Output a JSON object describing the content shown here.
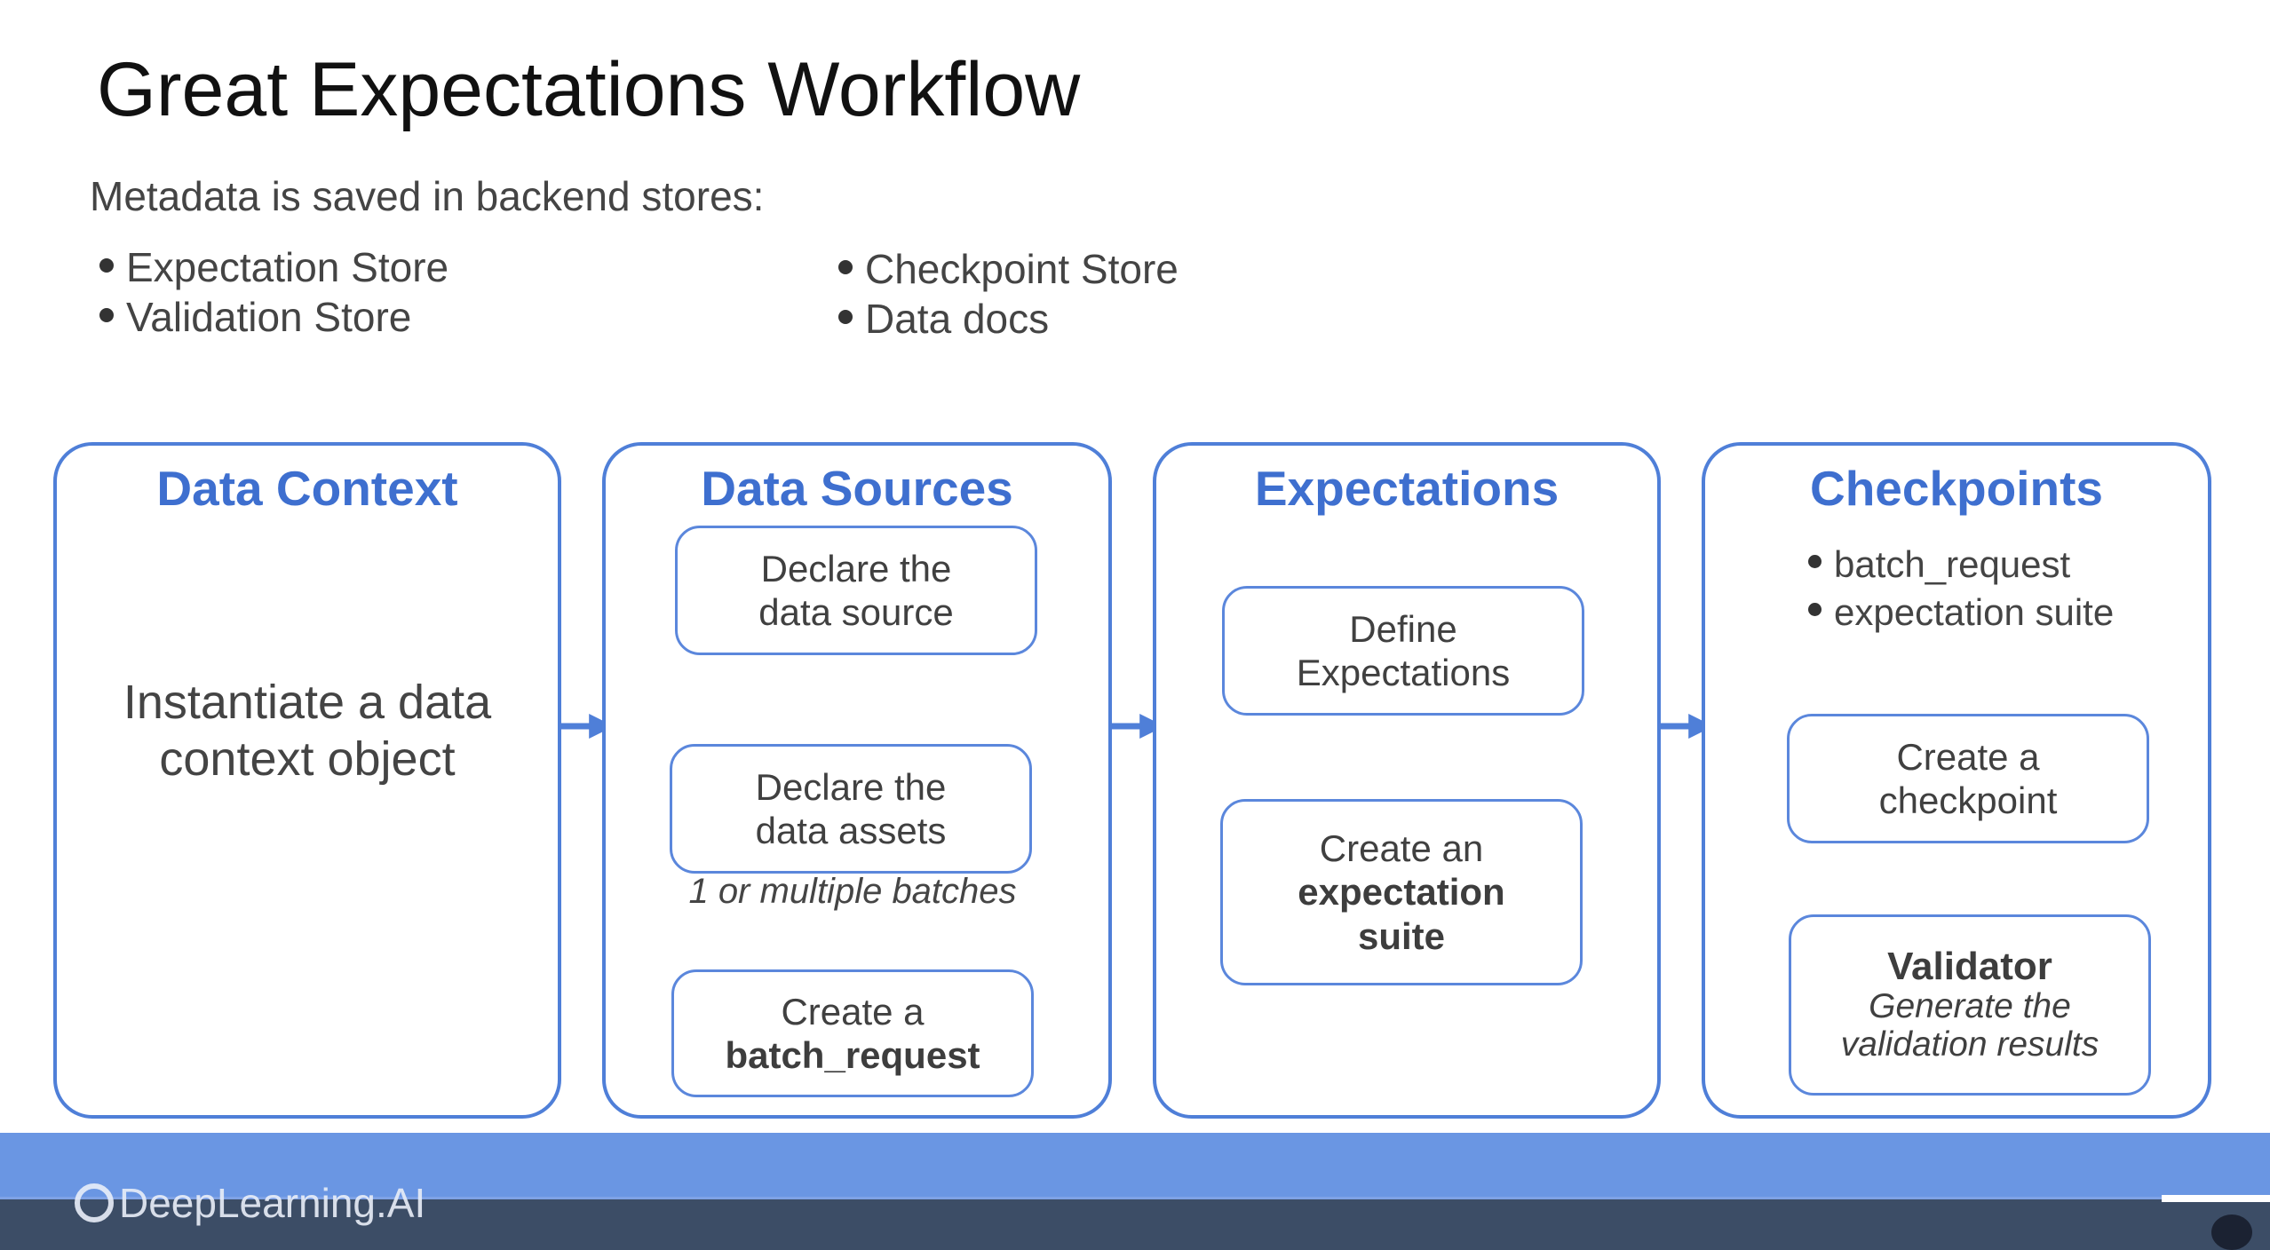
{
  "header": {
    "title": "Great Expectations Workflow",
    "subtitle": "Metadata is saved in backend stores:",
    "stores_left": [
      "Expectation Store",
      "Validation Store"
    ],
    "stores_right": [
      "Checkpoint Store",
      "Data docs"
    ]
  },
  "panels": {
    "data_context": {
      "title": "Data Context",
      "text_line1": "Instantiate a data",
      "text_line2": "context object"
    },
    "data_sources": {
      "title": "Data Sources",
      "box1_line1": "Declare the",
      "box1_line2": "data source",
      "box2_line1": "Declare the",
      "box2_line2": "data assets",
      "note": "1 or multiple batches",
      "box3_line1": "Create a",
      "box3_line2": "batch_request"
    },
    "expectations": {
      "title": "Expectations",
      "box1_line1": "Define",
      "box1_line2": "Expectations",
      "box2_line1": "Create an",
      "box2_line2": "expectation",
      "box2_line3": "suite"
    },
    "checkpoints": {
      "title": "Checkpoints",
      "bullets": [
        "batch_request",
        "expectation suite"
      ],
      "box1_line1": "Create a",
      "box1_line2": "checkpoint",
      "box2_title": "Validator",
      "box2_line1": "Generate the",
      "box2_line2": "validation results"
    }
  },
  "footer": {
    "logo_text": "DeepLearning.AI"
  },
  "colors": {
    "accent": "#4f7fd8",
    "title_blue": "#3e6fcf",
    "footer_band": "#6a96e3",
    "footer_bar": "#3c4d66"
  }
}
